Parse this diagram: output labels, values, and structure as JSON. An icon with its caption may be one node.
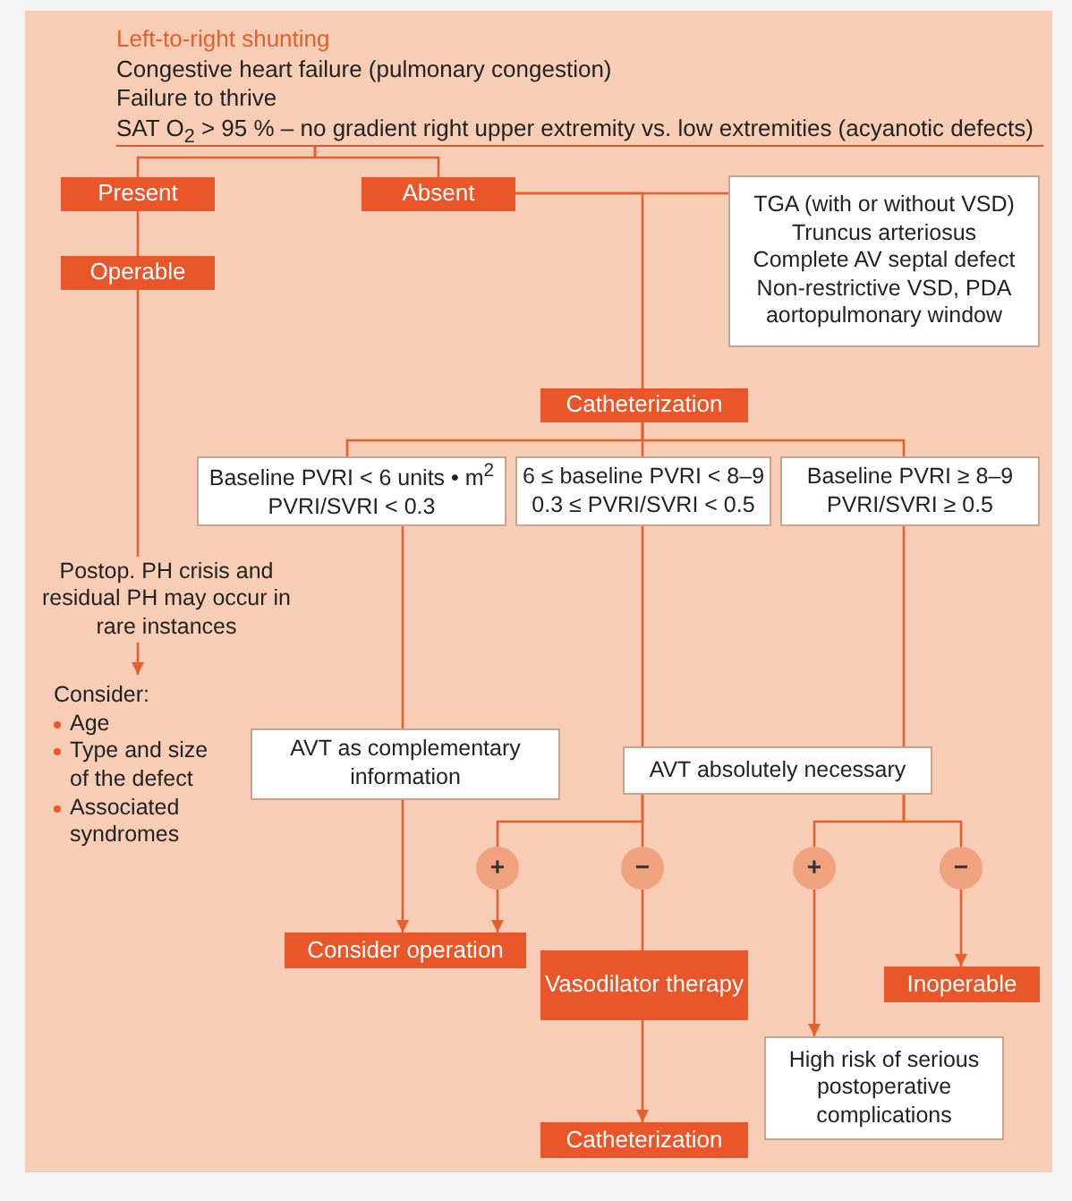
{
  "diagram": {
    "nodes": [
      {
        "text": [
          "Left-to-right shunting",
          "Congestive heart failure (pulmonary congestion)",
          "Failure to thrive",
          "SAT O$_{2}$ > 95 % – no gradient right upper extremity vs. low extremities (acyanotic defects)"
        ]
      },
      {
        "text": [
          "Present"
        ]
      },
      {
        "text": [
          "Absent"
        ]
      },
      {
        "text": [
          "Operable"
        ]
      },
      {
        "text": [
          "TGA (with or without VSD)",
          "Truncus arteriosus",
          "Complete AV septal defect",
          "Non-restrictive VSD, PDA",
          "aortopulmonary window"
        ]
      },
      {
        "text": [
          "Catheterization"
        ]
      },
      {
        "text": [
          "Baseline PVRI < 6 units • m$^{2}$",
          "PVRI/SVRI < 0.3"
        ]
      },
      {
        "text": [
          "6 ≤ baseline PVRI < 8–9",
          "0.3 ≤ PVRI/SVRI < 0.5"
        ]
      },
      {
        "text": [
          "Baseline PVRI ≥ 8–9",
          "PVRI/SVRI ≥ 0.5"
        ]
      },
      {
        "text": [
          "Postop. PH crisis and residual PH may occur in rare instances"
        ]
      },
      {
        "text": [
          "Consider:",
          "Age",
          "Type and size of the defect",
          "Associated syndromes"
        ]
      },
      {
        "text": [
          "AVT as complementary information"
        ]
      },
      {
        "text": [
          "AVT absolutely necessary"
        ]
      },
      {
        "text": [
          "+"
        ]
      },
      {
        "text": [
          "−"
        ]
      },
      {
        "text": [
          "+"
        ]
      },
      {
        "text": [
          "−"
        ]
      },
      {
        "text": [
          "Consider operation"
        ]
      },
      {
        "text": [
          "Vasodilator therapy"
        ]
      },
      {
        "text": [
          "Inoperable"
        ]
      },
      {
        "text": [
          "High risk of serious postoperative complications"
        ]
      },
      {
        "text": [
          "Catheterization"
        ]
      }
    ],
    "edges": [
      {
        "from": 0,
        "to": 1,
        "arrow": "none"
      },
      {
        "from": 0,
        "to": 2,
        "arrow": "none"
      },
      {
        "from": 1,
        "to": 3,
        "arrow": "none"
      },
      {
        "from": 3,
        "to": 9,
        "arrow": "none"
      },
      {
        "from": 9,
        "to": 10,
        "arrow": "to"
      },
      {
        "from": 2,
        "to": 4,
        "arrow": "none"
      },
      {
        "from": 2,
        "to": 5,
        "arrow": "none"
      },
      {
        "from": 5,
        "to": 6,
        "arrow": "none"
      },
      {
        "from": 5,
        "to": 7,
        "arrow": "none"
      },
      {
        "from": 5,
        "to": 8,
        "arrow": "none"
      },
      {
        "from": 6,
        "to": 11,
        "arrow": "none"
      },
      {
        "from": 7,
        "to": 12,
        "arrow": "none"
      },
      {
        "from": 8,
        "to": 12,
        "arrow": "none"
      },
      {
        "from": 11,
        "to": 17,
        "arrow": "to"
      },
      {
        "from": 12,
        "to": 13,
        "arrow": "none"
      },
      {
        "from": 12,
        "to": 14,
        "arrow": "none"
      },
      {
        "from": 13,
        "to": 17,
        "arrow": "to"
      },
      {
        "from": 14,
        "to": 18,
        "arrow": "none"
      },
      {
        "from": 18,
        "to": 21,
        "arrow": "to"
      },
      {
        "from": 12,
        "to": 15,
        "arrow": "none"
      },
      {
        "from": 12,
        "to": 16,
        "arrow": "none"
      },
      {
        "from": 15,
        "to": 20,
        "arrow": "to"
      },
      {
        "from": 16,
        "to": 19,
        "arrow": "to"
      }
    ]
  }
}
